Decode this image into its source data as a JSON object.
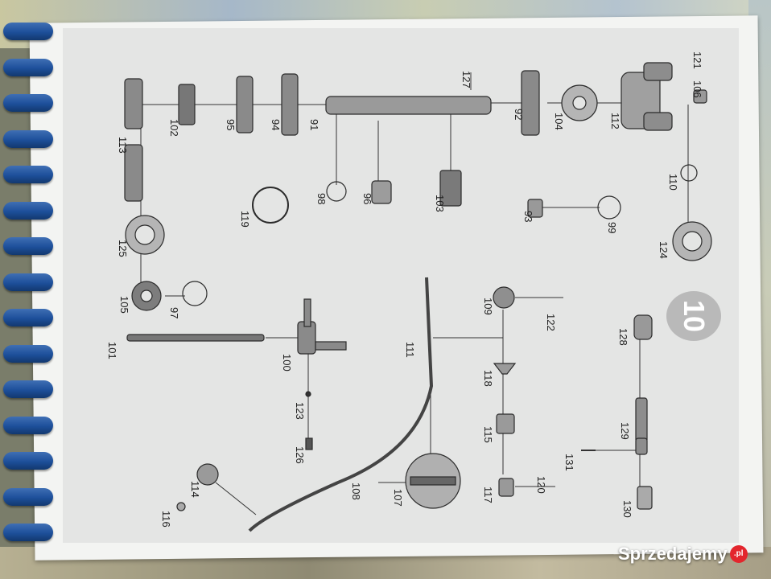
{
  "page": {
    "number": "10",
    "watermark": {
      "text": "Sprzedajemy",
      "dot": ".pl"
    }
  },
  "diagram": {
    "title": "",
    "part_labels": [
      "121",
      "106",
      "127",
      "92",
      "104",
      "112",
      "91",
      "94",
      "95",
      "102",
      "113",
      "98",
      "96",
      "103",
      "110",
      "93",
      "99",
      "119",
      "125",
      "124",
      "105",
      "97",
      "109",
      "122",
      "111",
      "101",
      "100",
      "128",
      "118",
      "123",
      "115",
      "129",
      "131",
      "126",
      "114",
      "108",
      "107",
      "117",
      "120",
      "130",
      "116"
    ]
  }
}
